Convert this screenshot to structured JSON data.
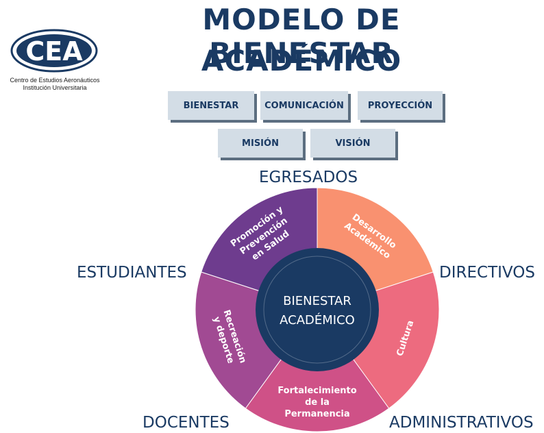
{
  "header": {
    "title_line1": "MODELO DE BIENESTAR",
    "title_line2": "ACADÉMICO"
  },
  "logo": {
    "mark": "CEA",
    "line1": "Centro de Estudios Aeronáuticos",
    "line2": "Institución Universitaria"
  },
  "tabs": [
    {
      "label": "BIENESTAR"
    },
    {
      "label": "COMUNICACIÓN"
    },
    {
      "label": "PROYECCIÓN"
    },
    {
      "label": "MISIÓN"
    },
    {
      "label": "VISIÓN"
    }
  ],
  "stakeholders": {
    "top": "EGRESADOS",
    "left": "ESTUDIANTES",
    "right": "DIRECTIVOS",
    "bottom_left": "DOCENTES",
    "bottom_right": "ADMINISTRATIVOS"
  },
  "wheel": {
    "center_line1": "BIENESTAR",
    "center_line2": "ACADÉMICO",
    "segments": [
      {
        "lines": [
          "Desarrollo",
          "Académico"
        ],
        "color": "#f99170"
      },
      {
        "lines": [
          "Cultura"
        ],
        "color": "#ed6b7f"
      },
      {
        "lines": [
          "Fortalecimiento",
          "de la",
          "Permanencia"
        ],
        "color": "#cf5187"
      },
      {
        "lines": [
          "Recreación",
          "y deporte"
        ],
        "color": "#a14a93"
      },
      {
        "lines": [
          "Promoción y",
          "Prevención",
          "en Salud"
        ],
        "color": "#6e3c8e"
      }
    ],
    "center_color": "#1a3a63"
  }
}
